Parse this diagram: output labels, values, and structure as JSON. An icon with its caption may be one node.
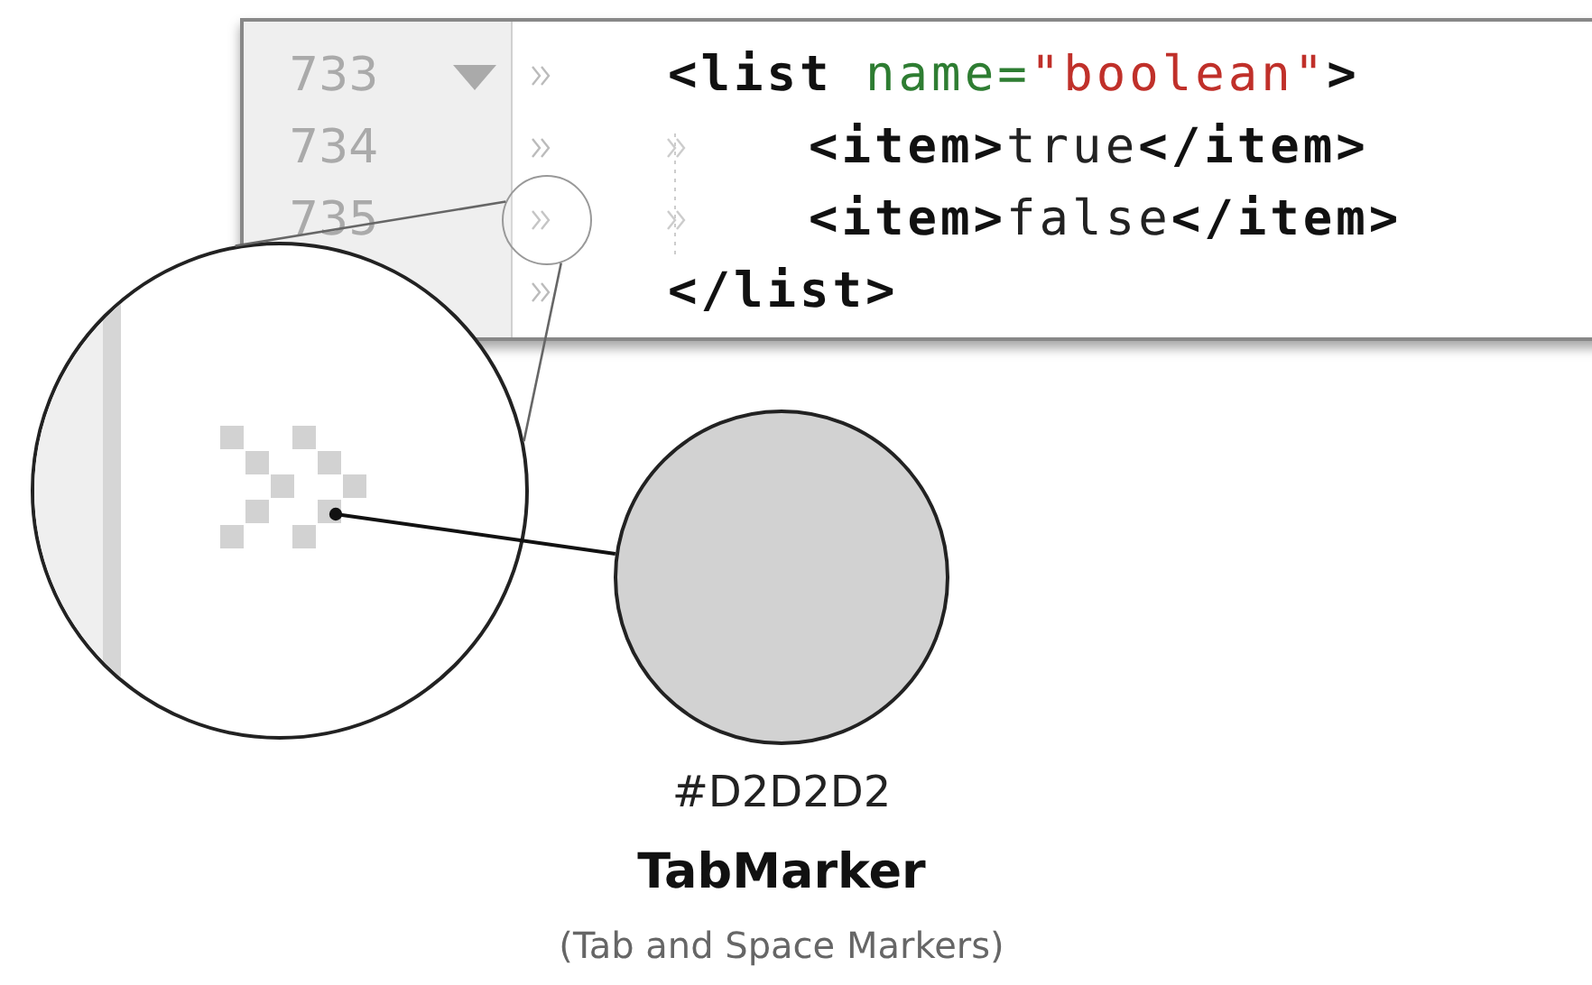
{
  "diagram": {
    "nodes": [
      {
        "text": [],
        "shape": "circle"
      },
      {
        "text": [],
        "shape": "circle"
      },
      {
        "text": [],
        "shape": "circle",
        "beside": [
          "#D2D2D2",
          "TabMarker",
          "(Tab and Space Markers)"
        ]
      },
      {
        "text": [],
        "shape": "box",
        "in": 1
      }
    ],
    "edges": [
      {
        "from": 0,
        "to": 1,
        "arrow": "none",
        "color": "#666666"
      },
      {
        "from": 0,
        "to": 1,
        "arrow": "none",
        "color": "#666666"
      },
      {
        "from": 3,
        "to": 2,
        "arrow": "other"
      }
    ],
    "labels": [
      "733",
      "734",
      "735",
      "<list name=\"boolean\">",
      "<item>true</item>",
      "<item>false</item>",
      "</list>"
    ]
  }
}
